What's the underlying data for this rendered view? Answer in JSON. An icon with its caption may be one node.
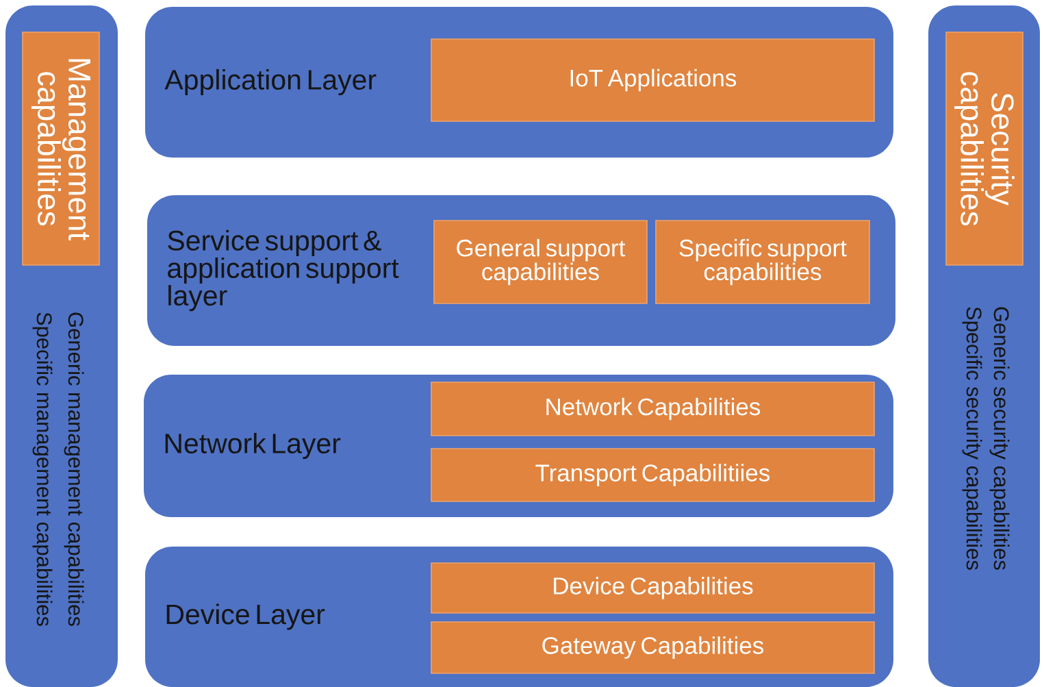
{
  "diagram": {
    "nodes": [
      {
        "text": [
          "Generic management capabilities",
          "Specific management capabilities"
        ]
      },
      {
        "text": [
          "Management capabilities"
        ],
        "in": 0
      },
      {
        "text": [
          "Generic security capabilities",
          "Specific security capabilities"
        ]
      },
      {
        "text": [
          "Security capabilities"
        ],
        "in": 2
      },
      {
        "text": [
          "Application Layer"
        ]
      },
      {
        "text": [
          "IoT Applications"
        ],
        "in": 4
      },
      {
        "text": [
          "Service support & application support layer"
        ]
      },
      {
        "text": [
          "General support capabilities"
        ],
        "in": 6
      },
      {
        "text": [
          "Specific support capabilities"
        ],
        "in": 6
      },
      {
        "text": [
          "Network Layer"
        ]
      },
      {
        "text": [
          "Network Capabilities"
        ],
        "in": 9
      },
      {
        "text": [
          "Transport Capabilitiies"
        ],
        "in": 9
      },
      {
        "text": [
          "Device Layer"
        ]
      },
      {
        "text": [
          "Device Capabilities"
        ],
        "in": 12
      },
      {
        "text": [
          "Gateway Capabilities"
        ],
        "in": 12
      }
    ]
  }
}
